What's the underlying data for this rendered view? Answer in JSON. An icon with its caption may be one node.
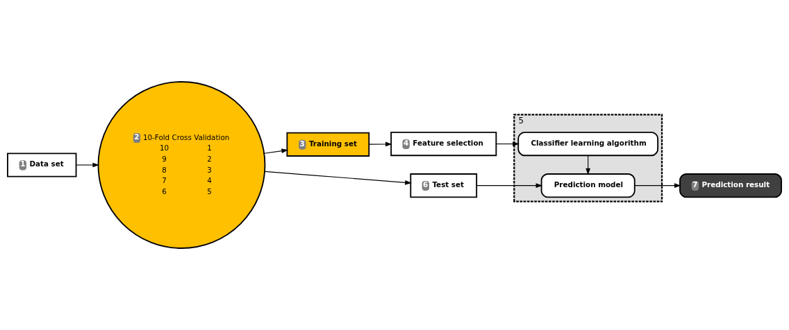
{
  "diagram": {
    "nodes": [
      {
        "text": [
          "1",
          "Data set"
        ]
      },
      {
        "text": [
          "2",
          "10-Fold Cross Validation",
          "10",
          "1",
          "9",
          "2",
          "8",
          "3",
          "7",
          "4",
          "6",
          "5"
        ]
      },
      {
        "text": [
          "3",
          "Training set"
        ]
      },
      {
        "text": [
          "4",
          "Feature selection"
        ]
      },
      {
        "text": [
          "5"
        ]
      },
      {
        "text": [
          "Classifier learning algorithm"
        ],
        "in": 4
      },
      {
        "text": [
          "Prediction model"
        ],
        "in": 4
      },
      {
        "text": [
          "6",
          "Test set"
        ]
      },
      {
        "text": [
          "7",
          "Prediction result"
        ]
      }
    ],
    "edges": [
      {
        "from": 0,
        "to": 1,
        "arrow": "to"
      },
      {
        "from": 1,
        "to": 2,
        "arrow": "to"
      },
      {
        "from": 1,
        "to": 7,
        "arrow": "to"
      },
      {
        "from": 2,
        "to": 3,
        "arrow": "to"
      },
      {
        "from": 3,
        "to": 5,
        "arrow": "to"
      },
      {
        "from": 5,
        "to": 6,
        "arrow": "to"
      },
      {
        "from": 7,
        "to": 6,
        "arrow": "to"
      },
      {
        "from": 6,
        "to": 8,
        "arrow": "to"
      }
    ]
  }
}
